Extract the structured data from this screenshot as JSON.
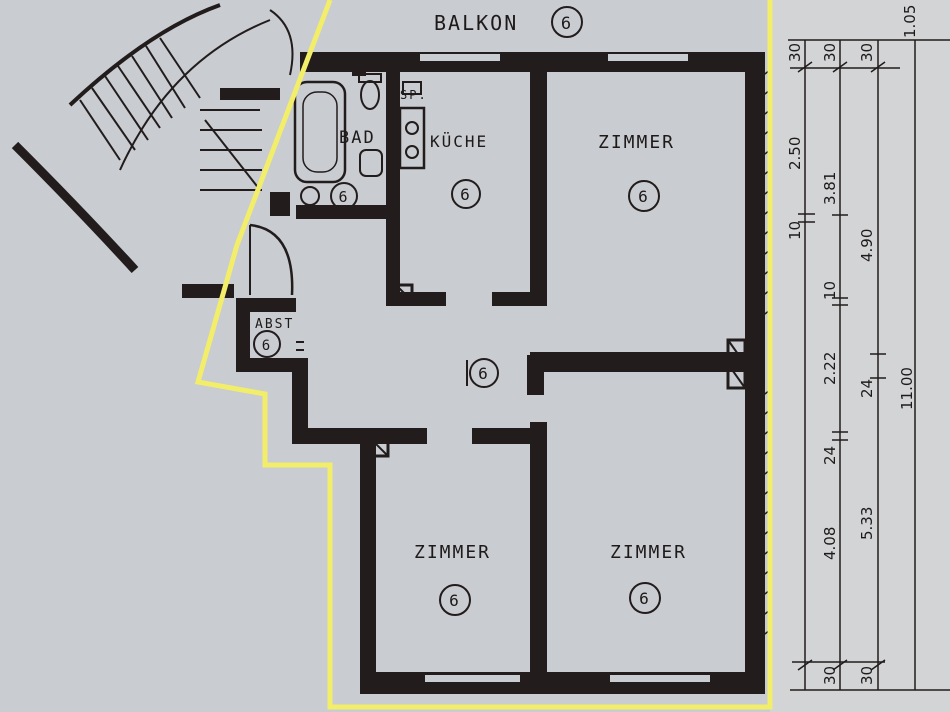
{
  "rooms": {
    "balkon": {
      "name": "BALKON",
      "num": "6"
    },
    "bad": {
      "name": "BAD",
      "num": "6"
    },
    "sp": {
      "name": "SP."
    },
    "kueche": {
      "name": "KÜCHE",
      "num": "6"
    },
    "zimmer_ne": {
      "name": "ZIMMER",
      "num": "6"
    },
    "abst": {
      "name": "ABST",
      "num": "6"
    },
    "flur": {
      "num": "6"
    },
    "zimmer_sw": {
      "name": "ZIMMER",
      "num": "6"
    },
    "zimmer_se": {
      "name": "ZIMMER",
      "num": "6"
    }
  },
  "dimensions": {
    "d1_30": "30",
    "d1_250": "2.50",
    "d1_10a": "10",
    "d1_10b": "10",
    "d1_222": "2.22",
    "d1_24": "24",
    "d1_408": "4.08",
    "d1_30b": "30",
    "d2_30": "30",
    "d2_381": "3.81",
    "d2_24": "24",
    "d2_533": "5.33",
    "d2_30b": "30",
    "d3_30": "30",
    "d3_490": "4.90",
    "d4_105": "1.05",
    "d4_1100": "11.00"
  },
  "colors": {
    "highlight": "#f2ee6a",
    "ink": "#221c1c",
    "paper": "#c9ccd0"
  }
}
